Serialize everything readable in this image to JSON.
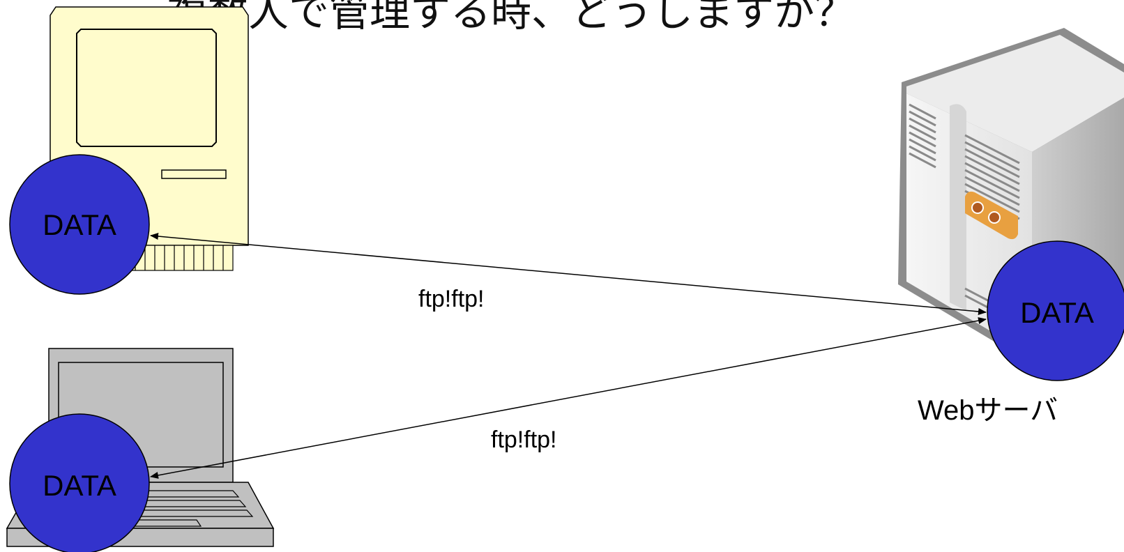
{
  "slide": {
    "title": "複数人で管理する時、どうしますか？"
  },
  "nodes": {
    "mac": {
      "data_label": "DATA"
    },
    "laptop": {
      "data_label": "DATA"
    },
    "server": {
      "data_label": "DATA",
      "name": "Webサーバ"
    }
  },
  "connections": [
    {
      "label": "ftp!ftp!"
    },
    {
      "label": "ftp!ftp!"
    }
  ],
  "colors": {
    "data_circle": "#3333cc",
    "mac_body": "#fffccc",
    "laptop_body": "#c0c0c0",
    "server_orange": "#e8a040"
  }
}
